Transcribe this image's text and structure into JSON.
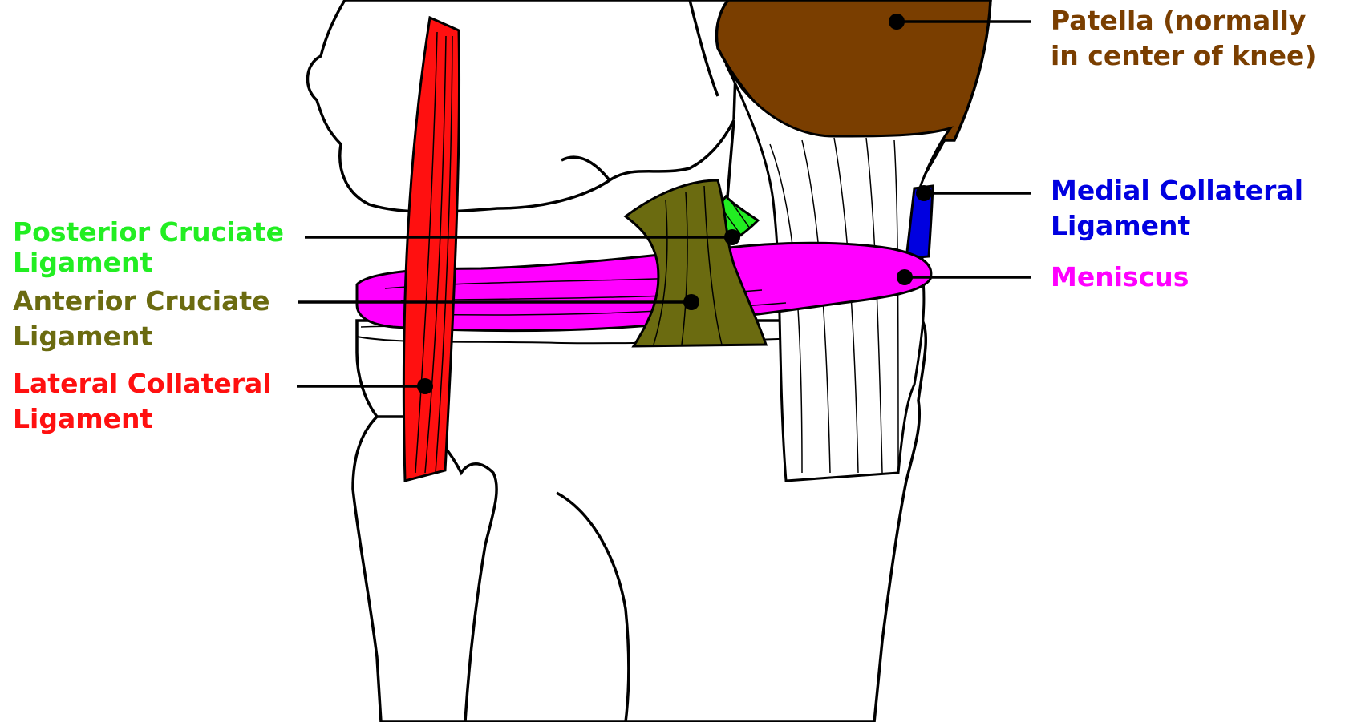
{
  "colors": {
    "outline": "#000000",
    "bone": "#ffffff",
    "patella": "#7a3e00",
    "medial_collateral": "#0000e0",
    "meniscus": "#ff00ff",
    "posterior_cruciate": "#22ee22",
    "anterior_cruciate": "#6b6b10",
    "lateral_collateral": "#ff1010"
  },
  "labels": {
    "patella": {
      "line1": "Patella (normally",
      "line2": "in center of knee)"
    },
    "medial_collateral": {
      "line1": "Medial Collateral",
      "line2": "Ligament"
    },
    "meniscus": {
      "line1": "Meniscus"
    },
    "posterior_cruciate": {
      "line1": "Posterior Cruciate",
      "line2": "Ligament"
    },
    "anterior_cruciate": {
      "line1": "Anterior Cruciate",
      "line2": "Ligament"
    },
    "lateral_collateral": {
      "line1": "Lateral Collateral",
      "line2": "Ligament"
    }
  }
}
